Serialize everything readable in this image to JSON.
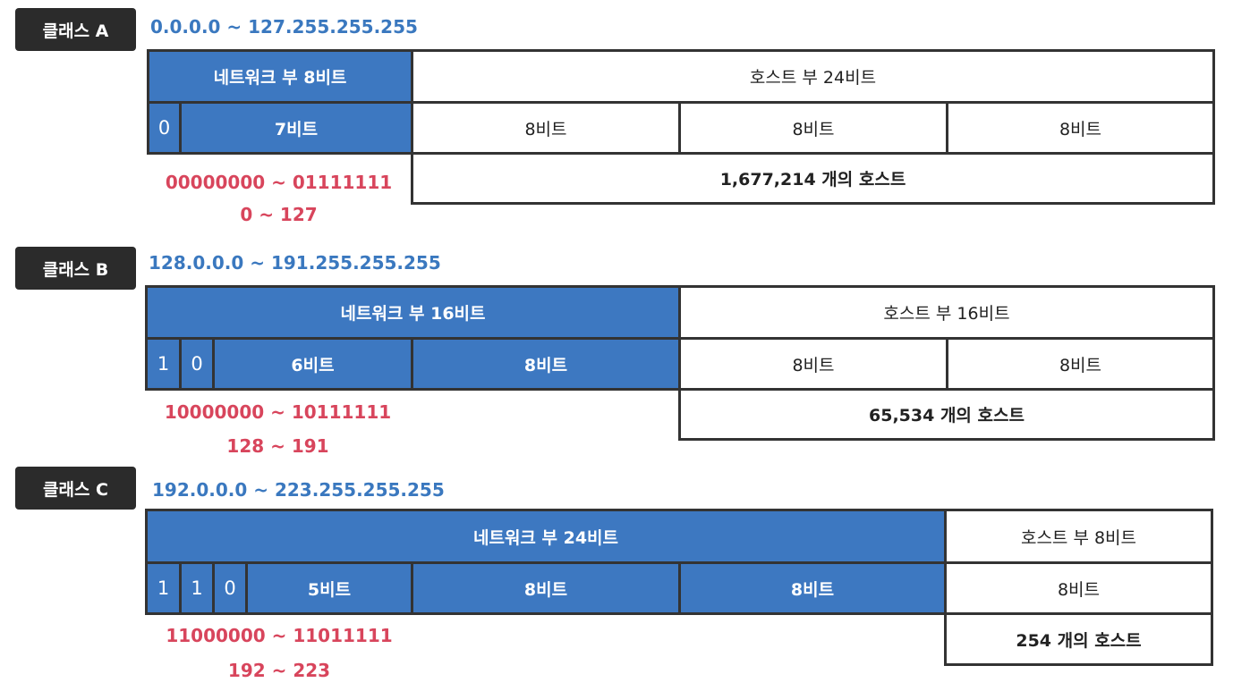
{
  "classA": {
    "badge": "클래스 A",
    "range": "0.0.0.0 ~ 127.255.255.255",
    "network_header": "네트워크 부 8비트",
    "host_header": "호스트 부 24비트",
    "network_bits": [
      "0",
      "7비트"
    ],
    "host_bits": [
      "8비트",
      "8비트",
      "8비트"
    ],
    "host_count": "1,677,214 개의 호스트",
    "binary_range": "00000000 ~ 01111111",
    "decimal_range": "0 ~ 127"
  },
  "classB": {
    "badge": "클래스 B",
    "range": "128.0.0.0 ~ 191.255.255.255",
    "network_header": "네트워크 부 16비트",
    "host_header": "호스트 부 16비트",
    "network_bits": [
      "1",
      "0",
      "6비트",
      "8비트"
    ],
    "host_bits": [
      "8비트",
      "8비트"
    ],
    "host_count": "65,534 개의 호스트",
    "binary_range": "10000000 ~ 10111111",
    "decimal_range": "128 ~ 191"
  },
  "classC": {
    "badge": "클래스 C",
    "range": "192.0.0.0 ~ 223.255.255.255",
    "network_header": "네트워크 부 24비트",
    "host_header": "호스트 부 8비트",
    "network_bits": [
      "1",
      "1",
      "0",
      "5비트",
      "8비트",
      "8비트"
    ],
    "host_bits": [
      "8비트"
    ],
    "host_count": "254 개의 호스트",
    "binary_range": "11000000 ~ 11011111",
    "decimal_range": "192 ~ 223"
  },
  "colors": {
    "network_fill": "#3d78c1",
    "badge_fill": "#2b2b2b",
    "range_text": "#3a78bf",
    "binary_text": "#d8455c",
    "border": "#333333"
  }
}
